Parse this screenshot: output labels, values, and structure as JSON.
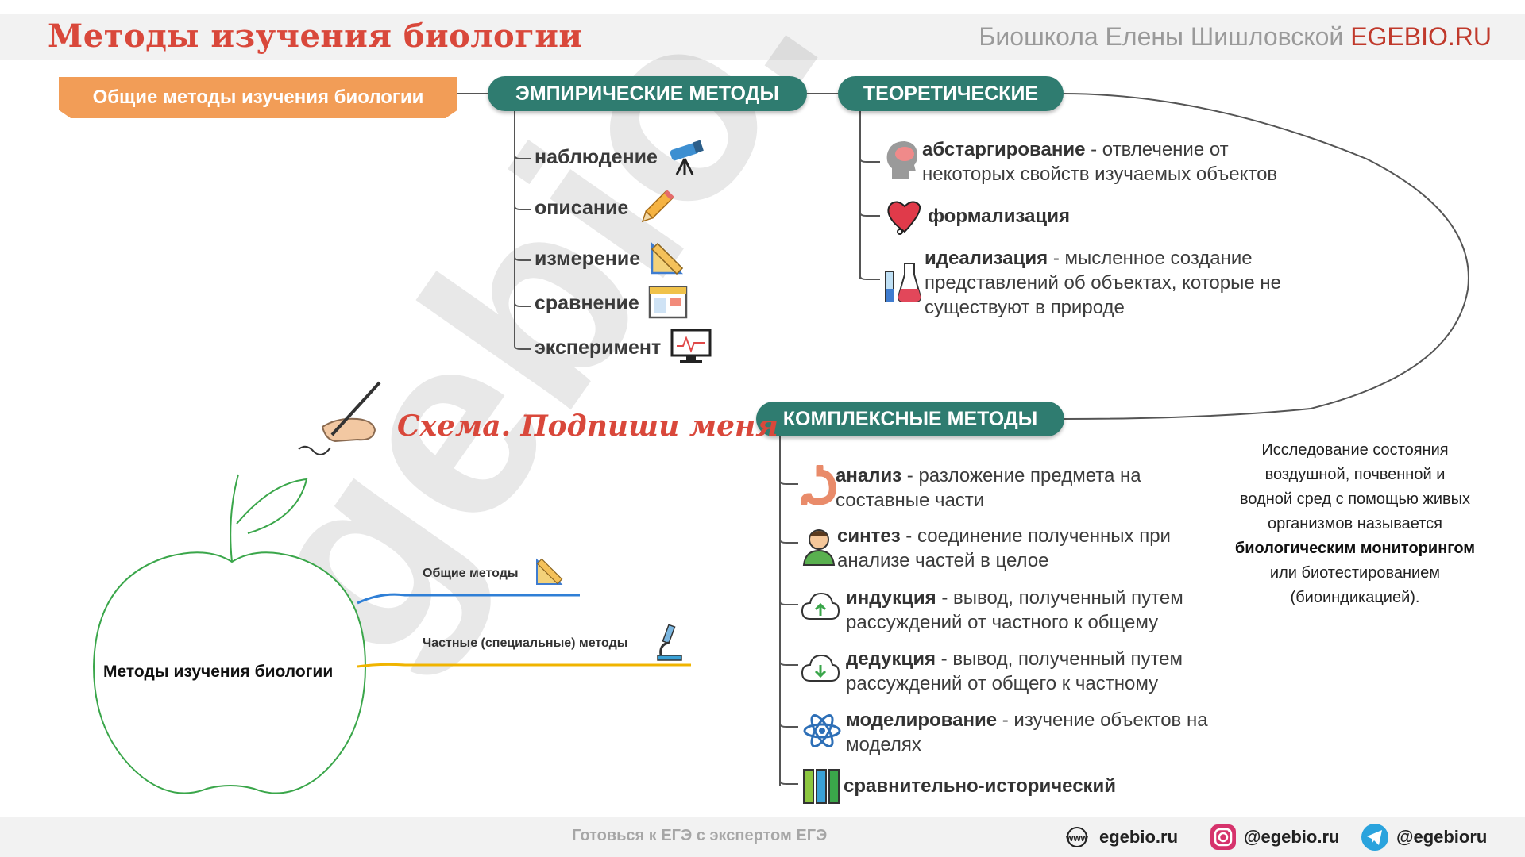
{
  "header": {
    "title": "Методы изучения биологии",
    "school": "Биошкола Елены Шишловской",
    "site": "EGEBIO.RU"
  },
  "general_tag": "Общие методы изучения биологии",
  "empirical": {
    "title": "ЭМПИРИЧЕСКИЕ МЕТОДЫ",
    "items": [
      {
        "label": "наблюдение",
        "icon": "telescope-icon"
      },
      {
        "label": "описание",
        "icon": "pencil-icon"
      },
      {
        "label": "измерение",
        "icon": "ruler-icon"
      },
      {
        "label": "сравнение",
        "icon": "compare-window-icon"
      },
      {
        "label": "эксперимент",
        "icon": "monitor-icon"
      }
    ]
  },
  "theoretical": {
    "title": "ТЕОРЕТИЧЕСКИЕ",
    "items": [
      {
        "term": "абстаргирование",
        "desc": " - отвлечение от",
        "desc2": "некоторых свойств изучаемых объектов",
        "icon": "brain-head-icon"
      },
      {
        "term": "формализация",
        "desc": "",
        "desc2": "",
        "icon": "heart-icon"
      },
      {
        "term": "идеализация",
        "desc": " - мысленное создание",
        "desc2": "представлений об объектах, которые не",
        "desc3": "существуют в природе",
        "icon": "flask-icon"
      }
    ]
  },
  "complex": {
    "title": "КОМПЛЕКСНЫЕ МЕТОДЫ",
    "items": [
      {
        "term": "анализ",
        "desc": " - разложение предмета на",
        "desc2": "составные части",
        "icon": "stomach-icon"
      },
      {
        "term": "синтез",
        "desc": " - соединение полученных при",
        "desc2": "анализе частей в целое",
        "icon": "person-icon"
      },
      {
        "term": "индукция",
        "desc": " - вывод, полученный путем",
        "desc2": "рассуждений от частного к общему",
        "icon": "cloud-upload-icon"
      },
      {
        "term": "дедукция",
        "desc": " - вывод, полученный путем",
        "desc2": "рассуждений от общего к частному",
        "icon": "cloud-download-icon"
      },
      {
        "term": "моделирование",
        "desc": " - изучение объектов на",
        "desc2": "моделях",
        "icon": "atom-icon"
      },
      {
        "term": "сравнительно-исторический",
        "desc": "",
        "desc2": "",
        "icon": "binders-icon"
      }
    ]
  },
  "sign_note": "Схема. Подпиши меня",
  "monitor_note": {
    "line1": "Исследование состояния",
    "line2": "воздушной, почвенной и",
    "line3": "водной сред с помощью живых",
    "line4": "организмов называется",
    "bold": "биологическим мониторингом",
    "line6": "или биотестированием",
    "line7": "(биоиндикацией)."
  },
  "apple": {
    "center": "Методы изучения биологии",
    "branch1": "Общие методы",
    "branch2": "Частные (специальные) методы"
  },
  "watermark": "egebio.ru",
  "footer": {
    "slogan": "Готовься к ЕГЭ с экспертом ЕГЭ",
    "web": "egebio.ru",
    "instagram": "@egebio.ru",
    "telegram": "@egebioru"
  },
  "colors": {
    "accent_red": "#d9483b",
    "teal": "#2f7c70",
    "orange": "#f29d57",
    "apple_green": "#3aa64a",
    "branch_blue": "#2f7fd6",
    "branch_yellow": "#f0b400"
  }
}
